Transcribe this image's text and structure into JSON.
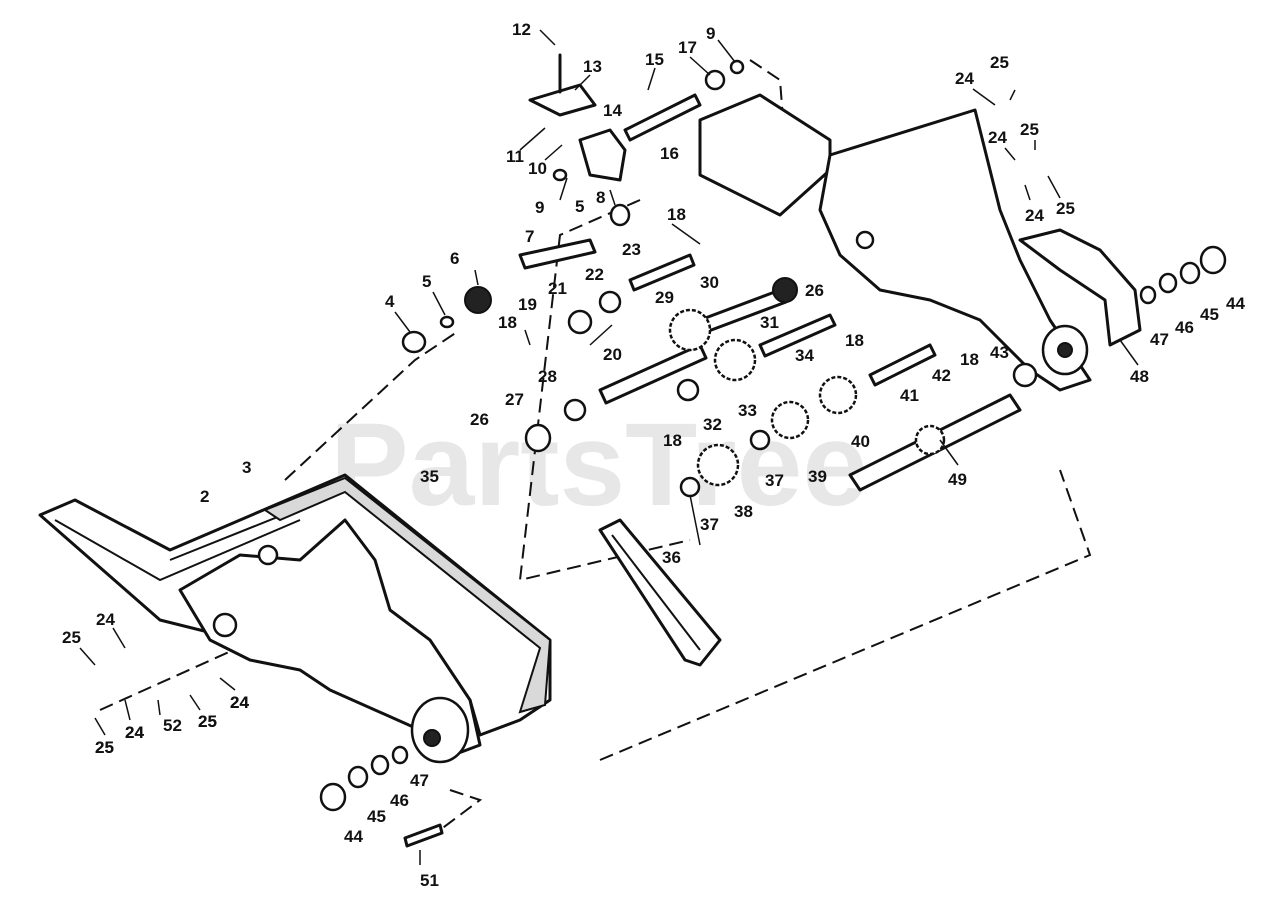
{
  "watermark": "PartsTree",
  "callouts": [
    "12",
    "13",
    "15",
    "17",
    "9",
    "14",
    "11",
    "10",
    "16",
    "9",
    "8",
    "5",
    "7",
    "18",
    "23",
    "6",
    "5",
    "4",
    "21",
    "22",
    "19",
    "18",
    "20",
    "29",
    "30",
    "31",
    "26",
    "18",
    "34",
    "28",
    "27",
    "26",
    "32",
    "18",
    "33",
    "3",
    "35",
    "2",
    "37",
    "38",
    "37",
    "39",
    "40",
    "41",
    "42",
    "18",
    "43",
    "49",
    "48",
    "47",
    "46",
    "45",
    "44",
    "24",
    "25",
    "24",
    "25",
    "24",
    "25",
    "25",
    "24",
    "24",
    "25",
    "24",
    "25",
    "24",
    "52",
    "25",
    "24",
    "25",
    "47",
    "46",
    "45",
    "44",
    "51",
    "36"
  ]
}
